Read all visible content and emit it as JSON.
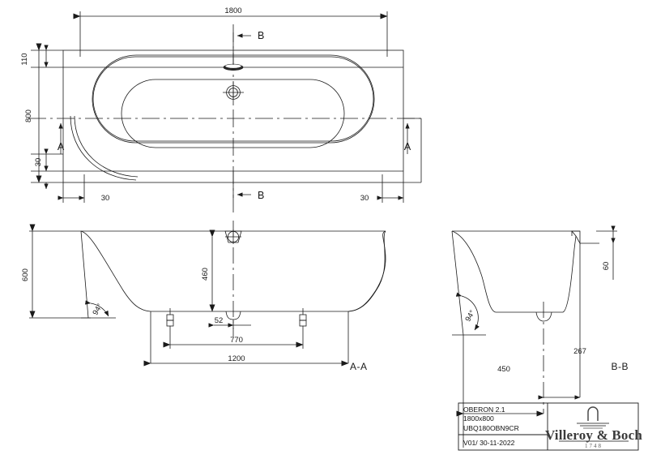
{
  "drawing": {
    "product_name": "OBERON 2.1",
    "size": "1800x800",
    "article_code": "UBQ180OBN9CR",
    "revision": "V01/ 30-11-2022",
    "brand": "Villeroy & Boch",
    "brand_year": "1748",
    "line_color": "#1a1a1a",
    "background": "#ffffff"
  },
  "views": {
    "top": {
      "name": "top-view",
      "dimensions": {
        "overall_length": "1800",
        "overall_width": "800",
        "rim_top": "110",
        "rim_bottom": "30",
        "rim_left": "30",
        "rim_right": "30"
      },
      "section_marks": {
        "a_left": "A",
        "a_right": "A",
        "b_top": "B",
        "b_bottom": "B"
      }
    },
    "section_aa": {
      "name": "section-a-a",
      "label": "A-A",
      "dimensions": {
        "total_height": "600",
        "water_depth": "460",
        "drain_offset": "52",
        "feet_spacing": "770",
        "base_width": "1200",
        "wall_angle": "94°"
      }
    },
    "section_bb": {
      "name": "section-b-b",
      "label": "B-B",
      "dimensions": {
        "rim_height": "60",
        "base_left": "450",
        "base_right": "267",
        "wall_angle": "94°"
      }
    }
  }
}
